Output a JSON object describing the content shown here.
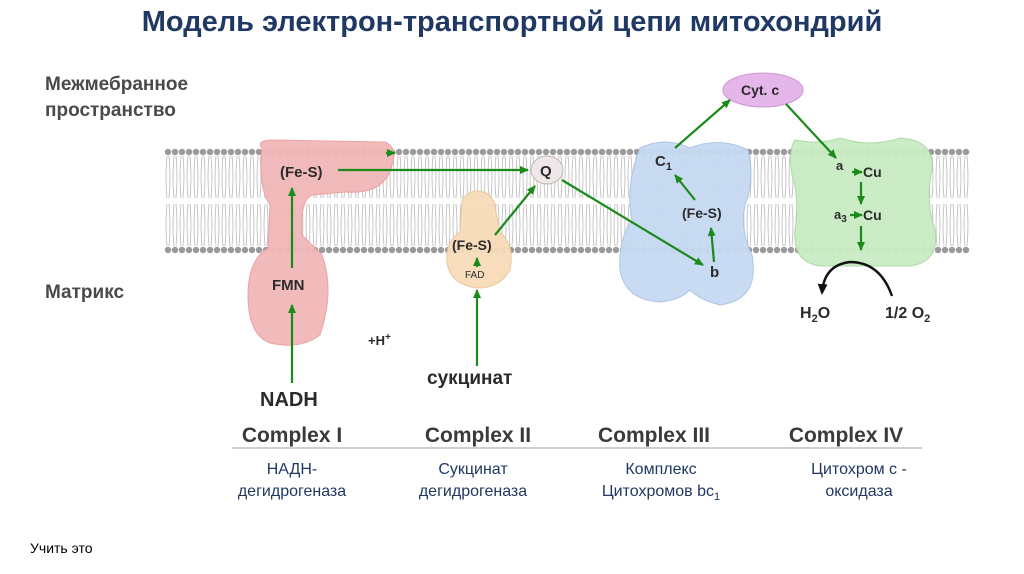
{
  "title": "Модель электрон-транспортной цепи митохондрий",
  "labels": {
    "intermembrane_line1": "Межмебранное",
    "intermembrane_line2": "пространство",
    "matrix": "Матрикс"
  },
  "molecules": {
    "fes_1": "(Fe-S)",
    "fmn": "FMN",
    "nadh": "NADH",
    "h_plus": "+H",
    "h_plus_sup": "+",
    "fes_2": "(Fe-S)",
    "fad": "FAD",
    "succinate": "сукцинат",
    "q": "Q",
    "cyt_c": "Cyt. c",
    "c1": "C",
    "c1_sub": "1",
    "fes_3": "(Fe-S)",
    "b": "b",
    "a": "a",
    "cu_1": "Cu",
    "a3": "a",
    "a3_sub": "3",
    "cu_2": "Cu",
    "h2o_h": "H",
    "h2o_sub": "2",
    "h2o_o": "O",
    "o2_frac": "1/2 O",
    "o2_sub": "2"
  },
  "complexes": [
    {
      "name": "Complex I",
      "ru_line1": "НАДН-",
      "ru_line2": "дегидрогеназа"
    },
    {
      "name": "Complex II",
      "ru_line1": "Сукцинат",
      "ru_line2": "дегидрогеназа"
    },
    {
      "name": "Complex III",
      "ru_line1": "Комплекс",
      "ru_line2": "Цитохромов bc",
      "ru_line2_sub": "1"
    },
    {
      "name": "Complex IV",
      "ru_line1": "Цитохром с -",
      "ru_line2": "оксидаза"
    }
  ],
  "footnote": "Учить это",
  "colors": {
    "title": "#1f3864",
    "complex1": "#f2b8b8",
    "complex2": "#f7dcb8",
    "complex3": "#c6daf2",
    "complex4": "#c9ecc3",
    "cyt_c": "#e5b6ea",
    "arrow": "#1a8a1a"
  }
}
